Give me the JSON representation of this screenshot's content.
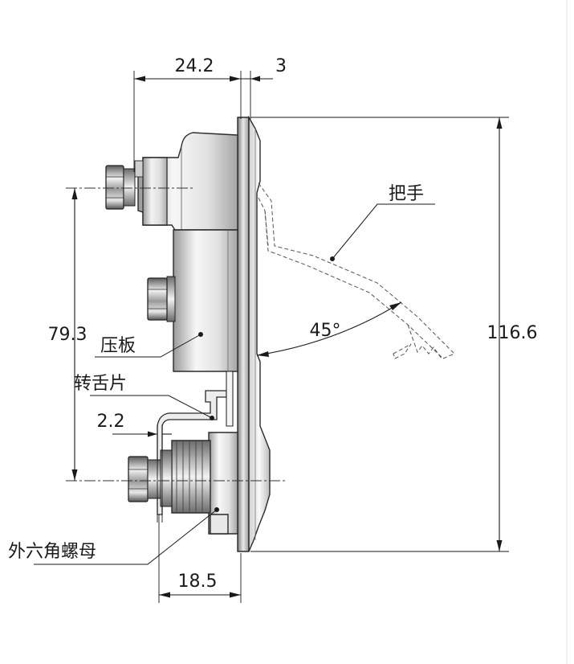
{
  "dimensions": {
    "top_width": "24.2",
    "plate_thickness": "3",
    "overall_height": "116.6",
    "hole_spacing": "79.3",
    "tongue_offset": "2.2",
    "nut_depth": "18.5",
    "handle_angle": "45°"
  },
  "labels": {
    "handle": "把手",
    "pressure_plate": "压板",
    "tongue_piece": "转舌片",
    "hex_nut": "外六角螺母"
  },
  "colors": {
    "line": "#1a1a1a",
    "metal_light": "#f4f4f4",
    "metal_dark": "#8a8a8a"
  }
}
